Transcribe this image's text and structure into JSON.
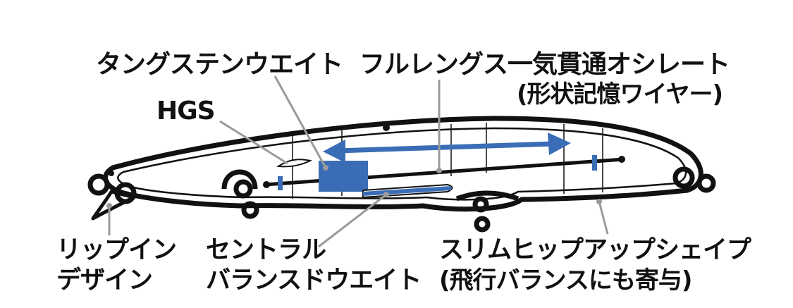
{
  "labels": {
    "tungsten": "タングステンウエイト",
    "oscillate": "フルレングス一気貫通オシレート",
    "wire": "(形状記憶ワイヤー)",
    "hgs": "HGS",
    "lip_line1": "リップイン",
    "lip_line2": "デザイン",
    "central_line1": "セントラル",
    "central_line2": "バランスドウエイト",
    "slim_line1": "スリムヒップアップシェイプ",
    "slim_line2": "(飛行バランスにも寄与)"
  },
  "colors": {
    "accent_blue": "#3a6db5",
    "outline": "#111111",
    "leader": "#9a9a9a"
  }
}
